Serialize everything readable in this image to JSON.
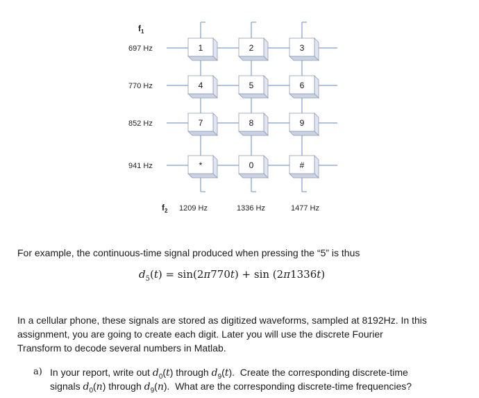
{
  "figure": {
    "f1_label": "f",
    "f1_sub": "1",
    "f2_label": "f",
    "f2_sub": "2",
    "row_freqs": [
      "697 Hz",
      "770 Hz",
      "852 Hz",
      "941 Hz"
    ],
    "col_freqs": [
      "1209 Hz",
      "1336 Hz",
      "1477 Hz"
    ],
    "keys": [
      [
        "1",
        "2",
        "3"
      ],
      [
        "4",
        "5",
        "6"
      ],
      [
        "7",
        "8",
        "9"
      ],
      [
        "*",
        "0",
        "#"
      ]
    ],
    "colors": {
      "line": "#7d9fd4",
      "key_face": "#ffffff",
      "key_side": "#dfe6f2",
      "key_border": "#8f9cb3"
    }
  },
  "text": {
    "example_line": "For example, the continuous-time signal produced when pressing the “5” is thus",
    "equation": "d₅(t) = sin(2π770t) + sin (2π1336t)",
    "paragraph_1": "In a cellular phone, these signals are stored as digitized waveforms, sampled at 8192Hz. In this",
    "paragraph_2": "assignment, you are going to create each digit. Later you will use the discrete Fourier",
    "paragraph_3": "Transform to decode several numbers in Matlab.",
    "item_a_marker": "a)",
    "item_a_line1": "In your report, write out d₀(t) through d₉(t). Create the corresponding discrete-time",
    "item_a_line2": "signals d₀(n) through d₉(n). What are the corresponding discrete-time frequencies?"
  }
}
